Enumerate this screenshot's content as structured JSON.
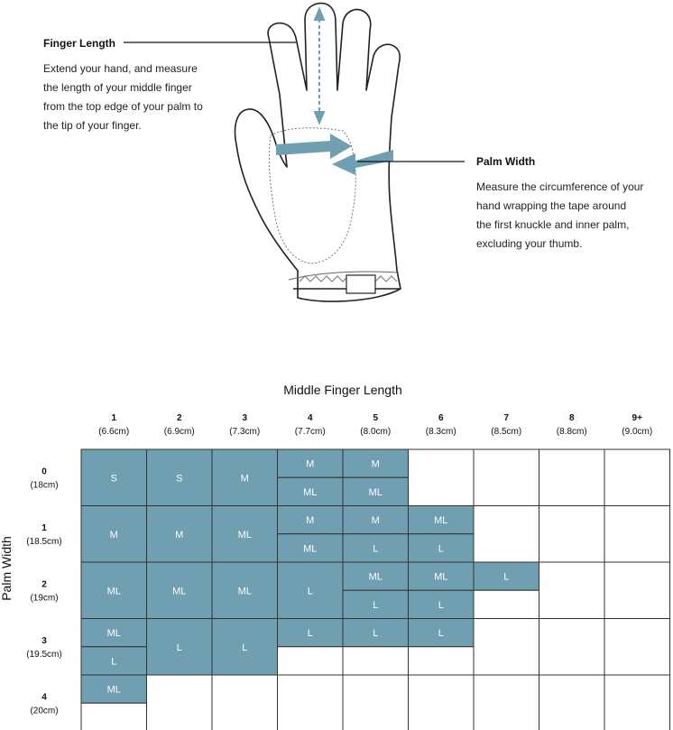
{
  "finger_length": {
    "title": "Finger Length",
    "description": [
      "Extend your hand, and measure",
      "the length of your middle finger",
      "from the top edge of your palm to",
      "the tip of your finger."
    ]
  },
  "palm_width": {
    "title": "Palm Width",
    "description": [
      "Measure the circumference of your",
      "hand wrapping the tape around",
      "the first knuckle and inner palm,",
      "excluding your thumb."
    ]
  },
  "colors": {
    "fill": "#6f9fb0",
    "grid": "#333333",
    "arrow": "#6f9fb0"
  },
  "chart_data": {
    "type": "table",
    "xlabel": "Middle Finger Length",
    "ylabel": "Palm Width",
    "columns": [
      {
        "num": "1",
        "sub": "(6.6cm)"
      },
      {
        "num": "2",
        "sub": "(6.9cm)"
      },
      {
        "num": "3",
        "sub": "(7.3cm)"
      },
      {
        "num": "4",
        "sub": "(7.7cm)"
      },
      {
        "num": "5",
        "sub": "(8.0cm)"
      },
      {
        "num": "6",
        "sub": "(8.3cm)"
      },
      {
        "num": "7",
        "sub": "(8.5cm)"
      },
      {
        "num": "8",
        "sub": "(8.8cm)"
      },
      {
        "num": "9+",
        "sub": "(9.0cm)"
      }
    ],
    "rows": [
      {
        "num": "0",
        "sub": "(18cm)"
      },
      {
        "num": "1",
        "sub": "(18.5cm)"
      },
      {
        "num": "2",
        "sub": "(19cm)"
      },
      {
        "num": "3",
        "sub": "(19.5cm)"
      },
      {
        "num": "4",
        "sub": "(20cm)"
      }
    ],
    "cells": [
      [
        [
          "S"
        ],
        [
          "S"
        ],
        [
          "M"
        ],
        [
          "M",
          "ML"
        ],
        [
          "M",
          "ML"
        ],
        [],
        [],
        [],
        []
      ],
      [
        [
          "M"
        ],
        [
          "M"
        ],
        [
          "ML"
        ],
        [
          "M",
          "ML"
        ],
        [
          "M",
          "L"
        ],
        [
          "ML",
          "L"
        ],
        [],
        [],
        []
      ],
      [
        [
          "ML"
        ],
        [
          "ML"
        ],
        [
          "ML"
        ],
        [
          "L"
        ],
        [
          "ML",
          "L"
        ],
        [
          "ML",
          "L"
        ],
        [
          "L",
          ""
        ],
        [],
        []
      ],
      [
        [
          "ML",
          "L"
        ],
        [
          "L"
        ],
        [
          "L"
        ],
        [
          "L",
          ""
        ],
        [
          "L",
          ""
        ],
        [
          "L",
          ""
        ],
        [],
        [],
        []
      ],
      [
        [
          "ML",
          ""
        ],
        [],
        [],
        [],
        [],
        [],
        [],
        [],
        []
      ]
    ]
  }
}
